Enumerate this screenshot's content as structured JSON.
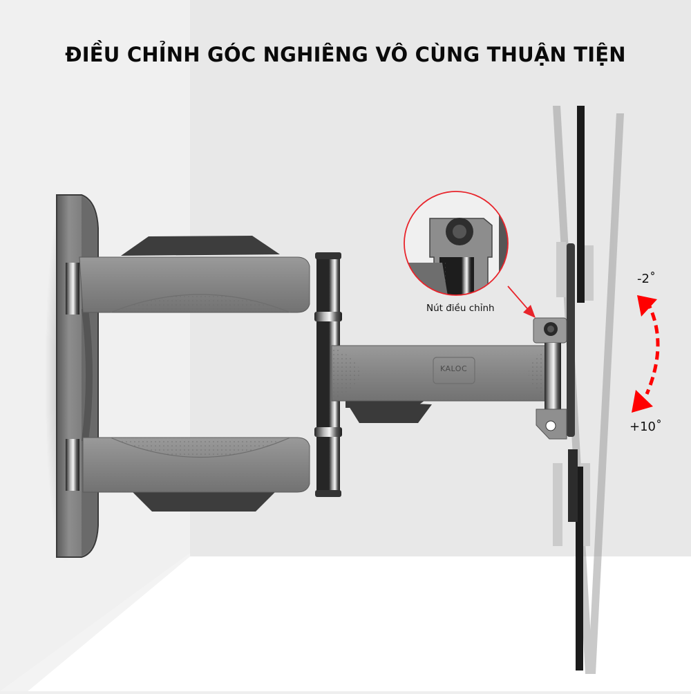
{
  "headline": "ĐIỀU CHỈNH GÓC NGHIÊNG VÔ CÙNG THUẬN TIỆN",
  "callout": {
    "label": "Nút điều chỉnh",
    "ring_color": "#e8242b",
    "arrow_color": "#e8242b"
  },
  "tilt": {
    "up_label": "-2˚",
    "down_label": "+10˚",
    "arrow_color": "#ff0000"
  },
  "product": {
    "brand_mark": "KALOC"
  },
  "colors": {
    "wall_left": "#f0f0f0",
    "wall_right": "#e8e8e8",
    "floor": "#ffffff",
    "metal": "#8a8a8a",
    "metal_dark": "#4a4a4a",
    "panel_black": "#1a1a1a",
    "ghost_panel": "#a8a8a8"
  }
}
